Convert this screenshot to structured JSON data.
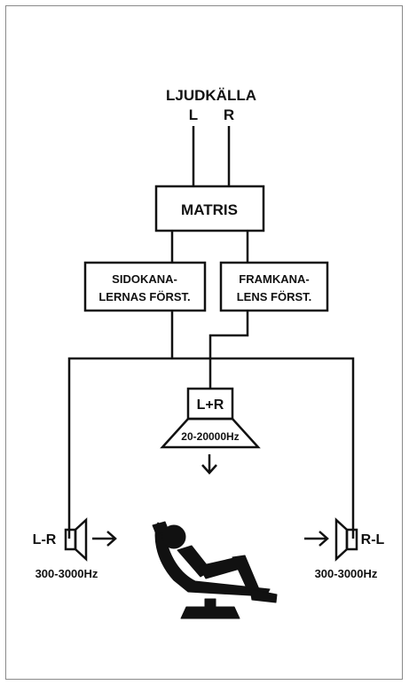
{
  "source": {
    "title": "LJUDKÄLLA",
    "left": "L",
    "right": "R"
  },
  "matrix": {
    "label": "MATRIS"
  },
  "amp_side": {
    "line1": "SIDOKANA-",
    "line2": "LERNAS FÖRST."
  },
  "amp_front": {
    "line1": "FRAMKANA-",
    "line2": "LENS FÖRST."
  },
  "center_speaker": {
    "channel": "L+R",
    "range": "20-20000Hz"
  },
  "left_speaker": {
    "channel": "L-R",
    "range": "300-3000Hz"
  },
  "right_speaker": {
    "channel": "R-L",
    "range": "300-3000Hz"
  },
  "colors": {
    "ink": "#111111",
    "frame": "#8a8a8a",
    "background": "#ffffff"
  }
}
